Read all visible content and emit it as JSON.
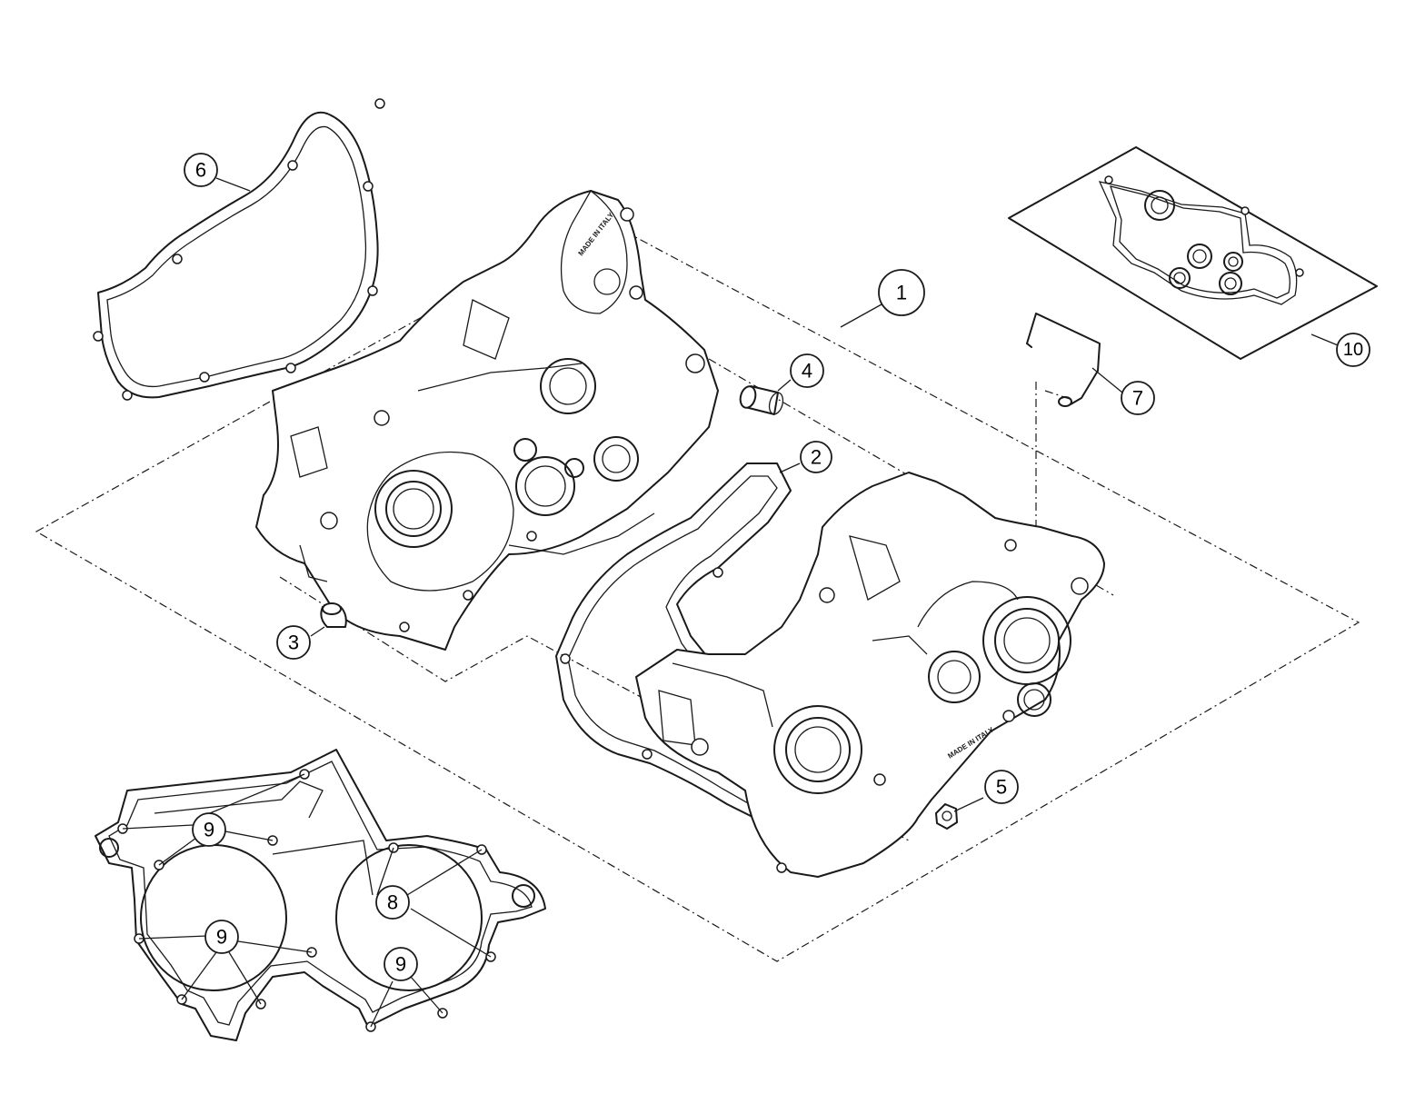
{
  "diagram": {
    "stamp_text": "MADE IN ITALY",
    "callouts": [
      {
        "id": "c1",
        "label": "1"
      },
      {
        "id": "c2",
        "label": "2"
      },
      {
        "id": "c3",
        "label": "3"
      },
      {
        "id": "c4",
        "label": "4"
      },
      {
        "id": "c5",
        "label": "5"
      },
      {
        "id": "c6",
        "label": "6"
      },
      {
        "id": "c7",
        "label": "7"
      },
      {
        "id": "c8",
        "label": "8"
      },
      {
        "id": "c9a",
        "label": "9"
      },
      {
        "id": "c9b",
        "label": "9"
      },
      {
        "id": "c9c",
        "label": "9"
      },
      {
        "id": "c10",
        "label": "10"
      }
    ]
  }
}
